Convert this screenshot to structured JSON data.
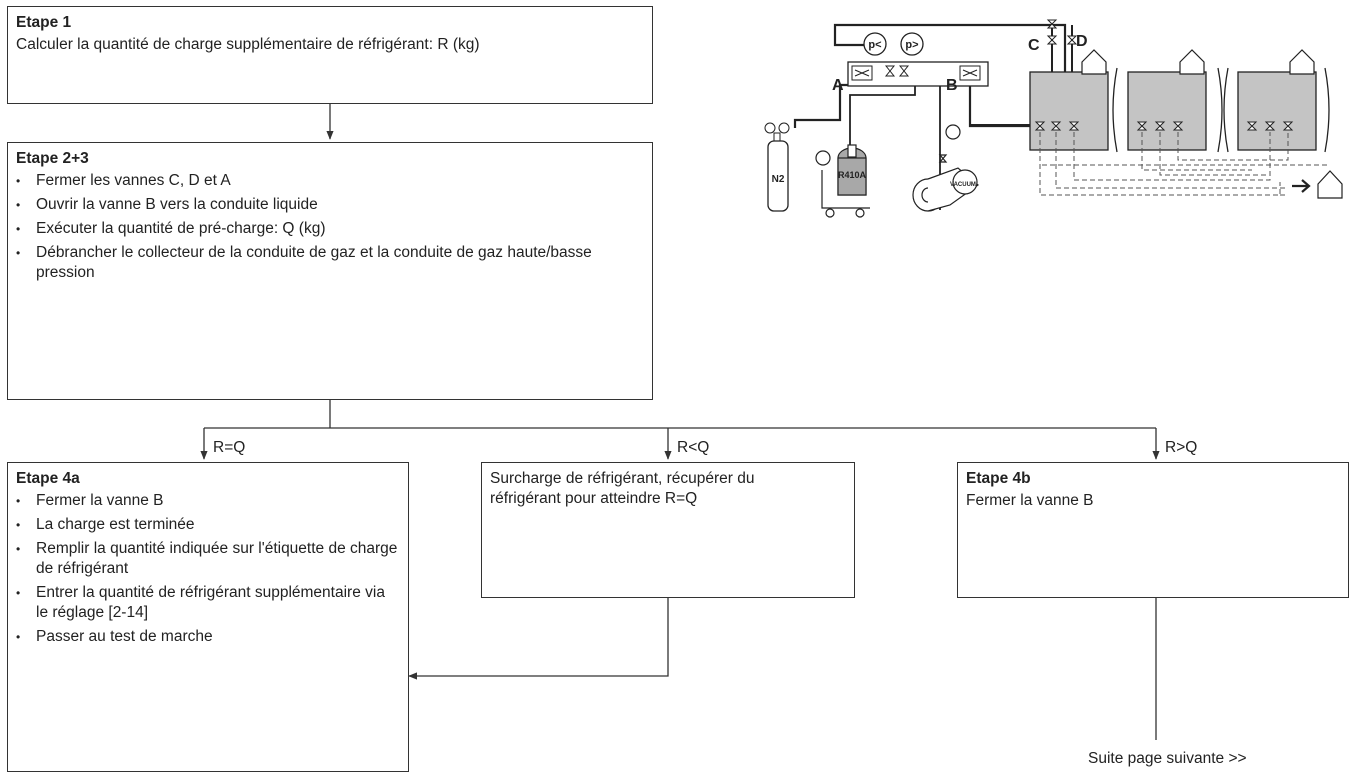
{
  "step1": {
    "title": "Etape 1",
    "text": "Calculer la quantité de charge supplémentaire de réfrigérant: R (kg)"
  },
  "step23": {
    "title": "Etape 2+3",
    "items": [
      "Fermer les vannes C, D et A",
      "Ouvrir la vanne B vers la conduite liquide",
      "Exécuter la quantité de pré-charge: Q (kg)",
      "Débrancher le collecteur de la conduite de gaz et la conduite de gaz haute/basse pression"
    ]
  },
  "branches": {
    "eq": "R=Q",
    "lt": "R<Q",
    "gt": "R>Q"
  },
  "step4a": {
    "title": "Etape 4a",
    "items": [
      "Fermer la vanne B",
      "La charge est terminée",
      "Remplir la quantité indiquée sur l'étiquette de charge de réfrigérant",
      "Entrer la quantité de réfrigérant supplémentaire via le réglage [2-14]",
      "Passer au test de marche"
    ]
  },
  "overcharge": {
    "text": "Surcharge de réfrigérant, récupérer du réfrigérant pour atteindre R=Q"
  },
  "step4b": {
    "title": "Etape 4b",
    "text": "Fermer la vanne B"
  },
  "continue_text": "Suite page suivante >>",
  "schematic": {
    "valve_labels": [
      "A",
      "B",
      "C",
      "D"
    ],
    "gauge_low": "p<",
    "gauge_high": "p>",
    "nitrogen": "N2",
    "refrigerant": "R410A",
    "pump": "VACUUM"
  }
}
